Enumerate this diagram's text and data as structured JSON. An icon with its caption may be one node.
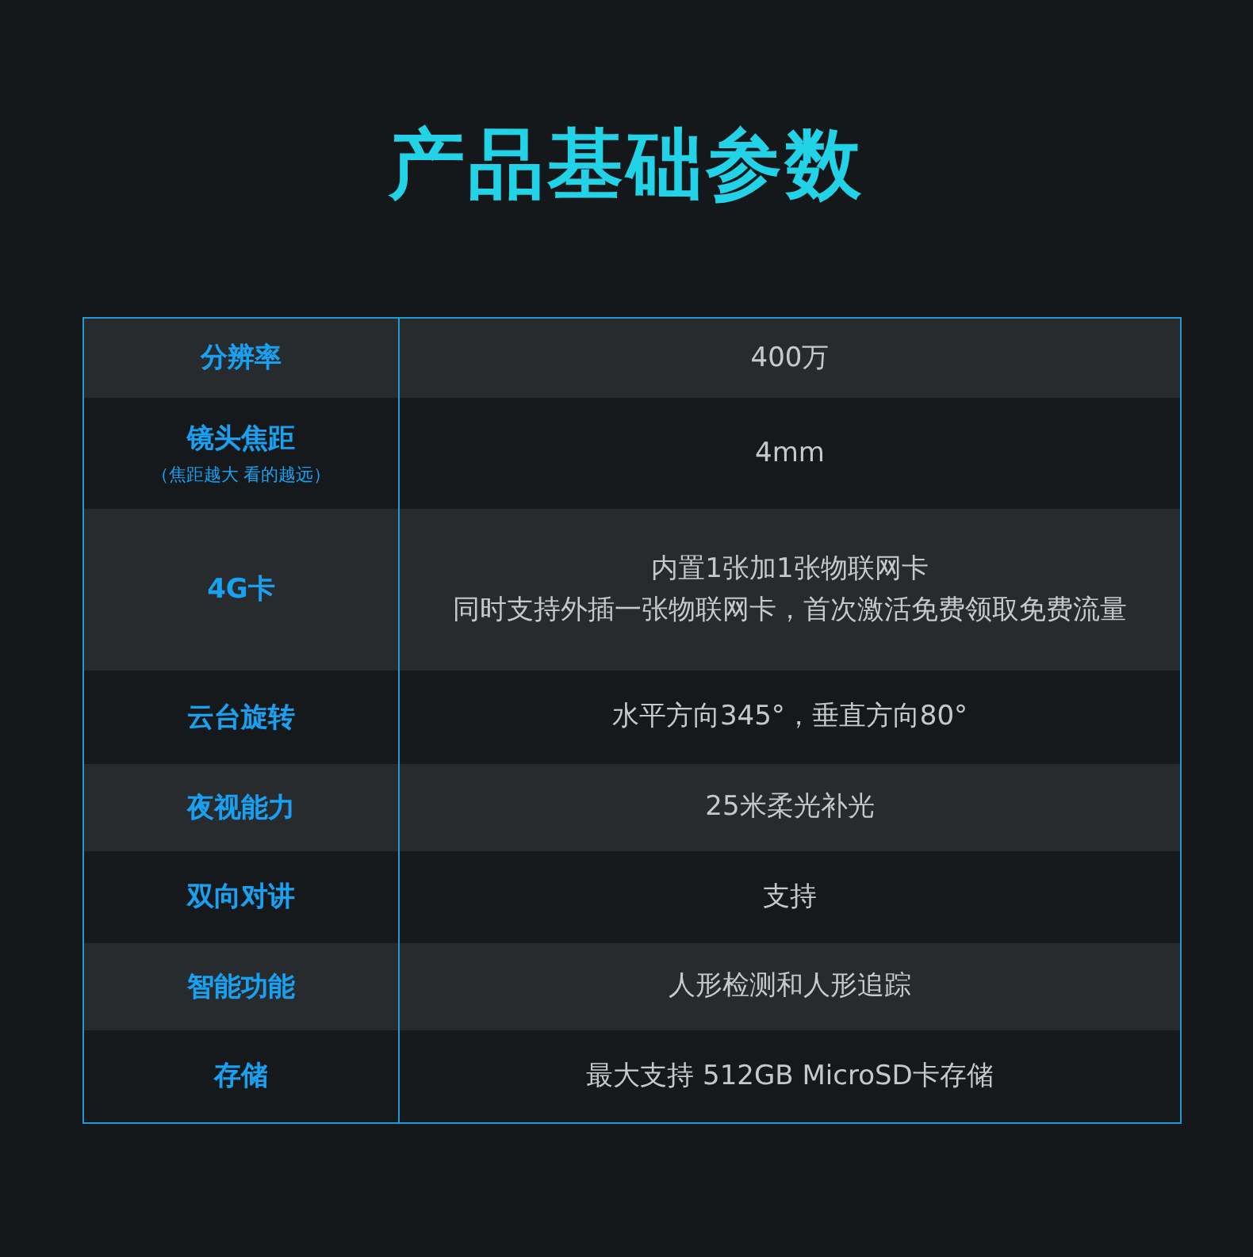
{
  "diagram": {
    "title": "产品基础参数",
    "labels": [
      "分辨率",
      "400万",
      "镜头焦距",
      "（焦距越大 看的越远）",
      "4mm",
      "4G卡",
      "内置1张加1张物联网卡",
      "同时支持外插一张物联网卡，首次激活免费领取免费流量",
      "云台旋转",
      "水平方向345°，垂直方向80°",
      "夜视能力",
      "25米柔光补光",
      "双向对讲",
      "支持",
      "智能功能",
      "人形检测和人形追踪",
      "存储",
      "最大支持 512GB  MicroSD卡存储"
    ]
  }
}
